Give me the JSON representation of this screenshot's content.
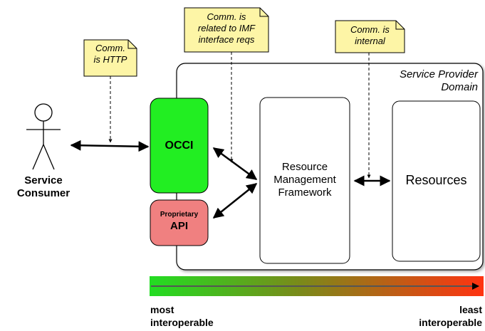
{
  "notes": {
    "http": [
      "Comm.",
      "is HTTP"
    ],
    "imf": [
      "Comm. is",
      "related to IMF",
      "interface reqs"
    ],
    "internal": [
      "Comm. is",
      "internal"
    ]
  },
  "domain": {
    "title_line1": "Service Provider",
    "title_line2": "Domain"
  },
  "actor": {
    "line1": "Service",
    "line2": "Consumer"
  },
  "occci_label": "OCCI",
  "proprietary": {
    "line1": "Proprietary",
    "line2": "API"
  },
  "rmf": {
    "line1": "Resource",
    "line2": "Management",
    "line3": "Framework"
  },
  "resources_label": "Resources",
  "scale": {
    "left_line1": "most",
    "left_line2": "interoperable",
    "right_line1": "least",
    "right_line2": "interoperable",
    "colors": [
      "#22dd22",
      "#ff3311"
    ]
  },
  "colors": {
    "occi": "#22ee22",
    "proprietary": "#f08080",
    "note": "#fdf5a6"
  }
}
